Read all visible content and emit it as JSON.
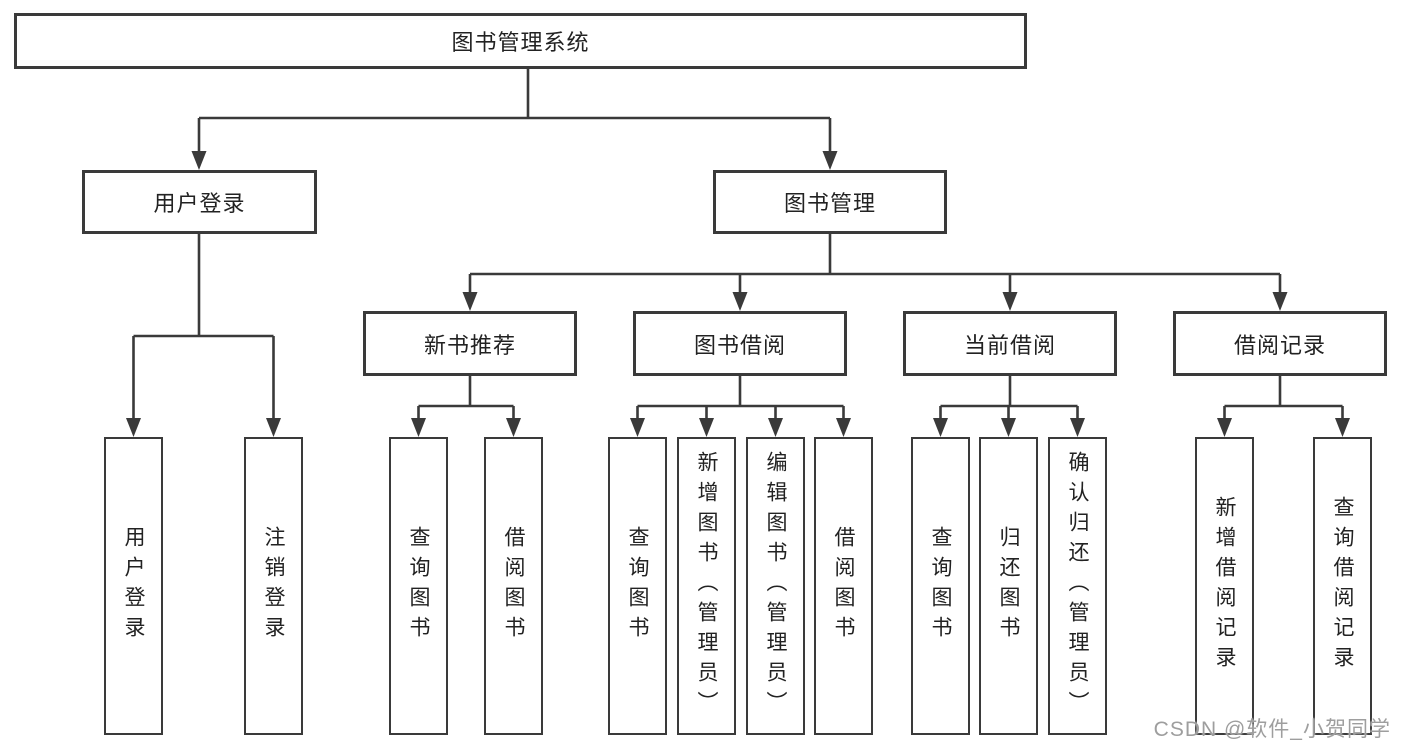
{
  "diagram": {
    "title": "图书管理系统",
    "tree": {
      "label": "图书管理系统",
      "children": [
        {
          "label": "用户登录",
          "children": [
            {
              "label": "用户登录"
            },
            {
              "label": "注销登录"
            }
          ]
        },
        {
          "label": "图书管理",
          "children": [
            {
              "label": "新书推荐",
              "children": [
                {
                  "label": "查询图书"
                },
                {
                  "label": "借阅图书"
                }
              ]
            },
            {
              "label": "图书借阅",
              "children": [
                {
                  "label": "查询图书"
                },
                {
                  "label": "新增图书（管理员）"
                },
                {
                  "label": "编辑图书（管理员）"
                },
                {
                  "label": "借阅图书"
                }
              ]
            },
            {
              "label": "当前借阅",
              "children": [
                {
                  "label": "查询图书"
                },
                {
                  "label": "归还图书"
                },
                {
                  "label": "确认归还（管理员）"
                }
              ]
            },
            {
              "label": "借阅记录",
              "children": [
                {
                  "label": "新增借阅记录"
                },
                {
                  "label": "查询借阅记录"
                }
              ]
            }
          ]
        }
      ]
    },
    "colors": {
      "line": "#3a3a3a",
      "box_border": "#3a3a3a",
      "text": "#222222",
      "background": "#ffffff",
      "watermark": "#9e9e9e"
    }
  },
  "watermark": {
    "text": "CSDN @软件_小贺同学"
  }
}
